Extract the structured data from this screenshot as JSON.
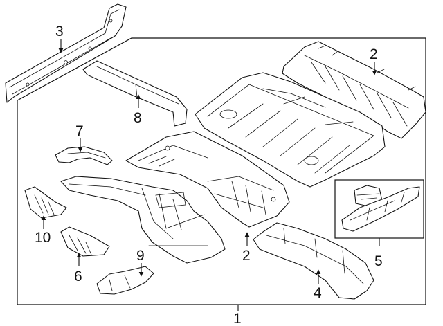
{
  "diagram": {
    "callouts": {
      "c1": "1",
      "c2_top": "2",
      "c2_floor": "2",
      "c3": "3",
      "c4": "4",
      "c5": "5",
      "c6": "6",
      "c7": "7",
      "c8": "8",
      "c9": "9",
      "c10": "10"
    },
    "line_color": "#111111",
    "background": "#ffffff"
  }
}
